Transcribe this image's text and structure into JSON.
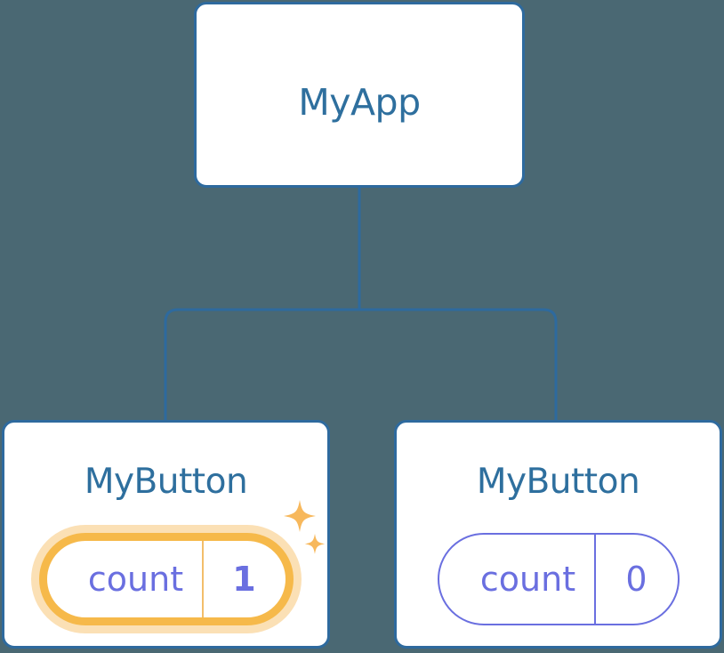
{
  "diagram": {
    "type": "component-tree",
    "background_color": "#4a6873",
    "connector_color": "#2e6a9e",
    "card_border_color": "#2e6a9e",
    "title_color": "#2e6f9e",
    "state_color": "#6a6fe0",
    "highlight_color": "#f6b94a",
    "highlight_glow_color": "#fbe0b5",
    "sparkle_color": "#f7b85c"
  },
  "root": {
    "title": "MyApp"
  },
  "children": [
    {
      "title": "MyButton",
      "state": {
        "key": "count",
        "value": "1"
      },
      "highlighted": true,
      "sparkle": true
    },
    {
      "title": "MyButton",
      "state": {
        "key": "count",
        "value": "0"
      },
      "highlighted": false,
      "sparkle": false
    }
  ]
}
